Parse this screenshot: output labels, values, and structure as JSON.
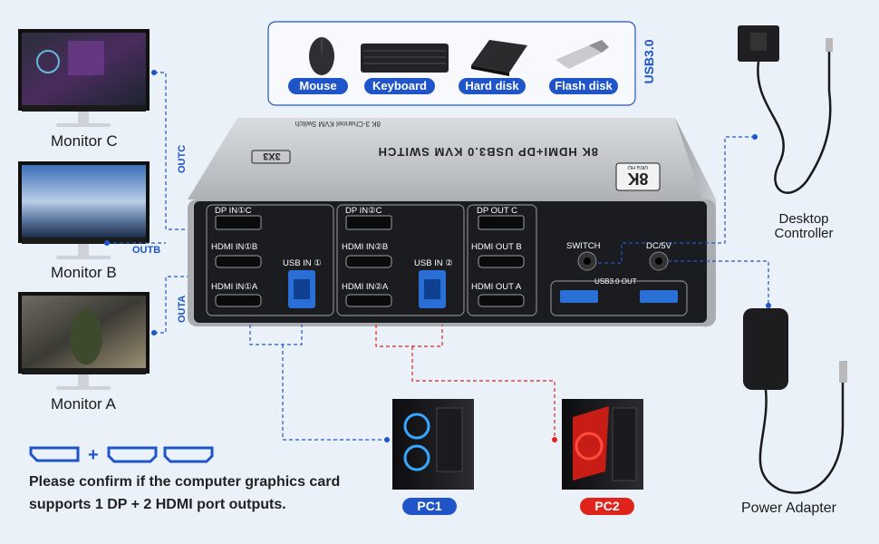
{
  "peripherals": {
    "items": [
      {
        "label": "Mouse",
        "icon": "mouse-icon"
      },
      {
        "label": "Keyboard",
        "icon": "keyboard-icon"
      },
      {
        "label": "Hard disk",
        "icon": "hard-disk-icon"
      },
      {
        "label": "Flash disk",
        "icon": "flash-disk-icon"
      }
    ],
    "bus_label": "USB3.0"
  },
  "monitors": [
    {
      "label": "Monitor C",
      "output": "OUTC"
    },
    {
      "label": "Monitor B",
      "output": "OUTB"
    },
    {
      "label": "Monitor A",
      "output": "OUTA"
    }
  ],
  "device": {
    "top_text": "8K 3-Channel KVM Switch",
    "model_text": "8K HDMI+DP USB3.0 KVM SWITCH",
    "model_badge": "3X3",
    "badge_big": "8K",
    "badge_small": "Ultra HD",
    "ports": {
      "dp_in_1": "DP IN①C",
      "dp_in_2": "DP IN②C",
      "dp_out": "DP OUT C",
      "hdmi_in_1b": "HDMI IN①B",
      "hdmi_in_2b": "HDMI IN②B",
      "hdmi_out_b": "HDMI OUT B",
      "hdmi_in_1a": "HDMI IN①A",
      "hdmi_in_2a": "HDMI IN②A",
      "hdmi_out_a": "HDMI OUT A",
      "usb_in_1": "USB IN ①",
      "usb_in_2": "USB IN ②",
      "switch": "SWITCH",
      "dc": "DC/5V",
      "usb3_out": "USB3.0 OUT"
    }
  },
  "accessories": {
    "controller": "Desktop Controller",
    "adapter": "Power Adapter"
  },
  "computers": [
    {
      "label": "PC1",
      "color": "#1f55c9"
    },
    {
      "label": "PC2",
      "color": "#e0241b"
    }
  ],
  "note": {
    "line1": "Please confirm if the computer graphics card",
    "line2": "supports 1 DP + 2 HDMI port outputs."
  },
  "colors": {
    "blue": "#1f55c9",
    "red": "#e0241b"
  }
}
